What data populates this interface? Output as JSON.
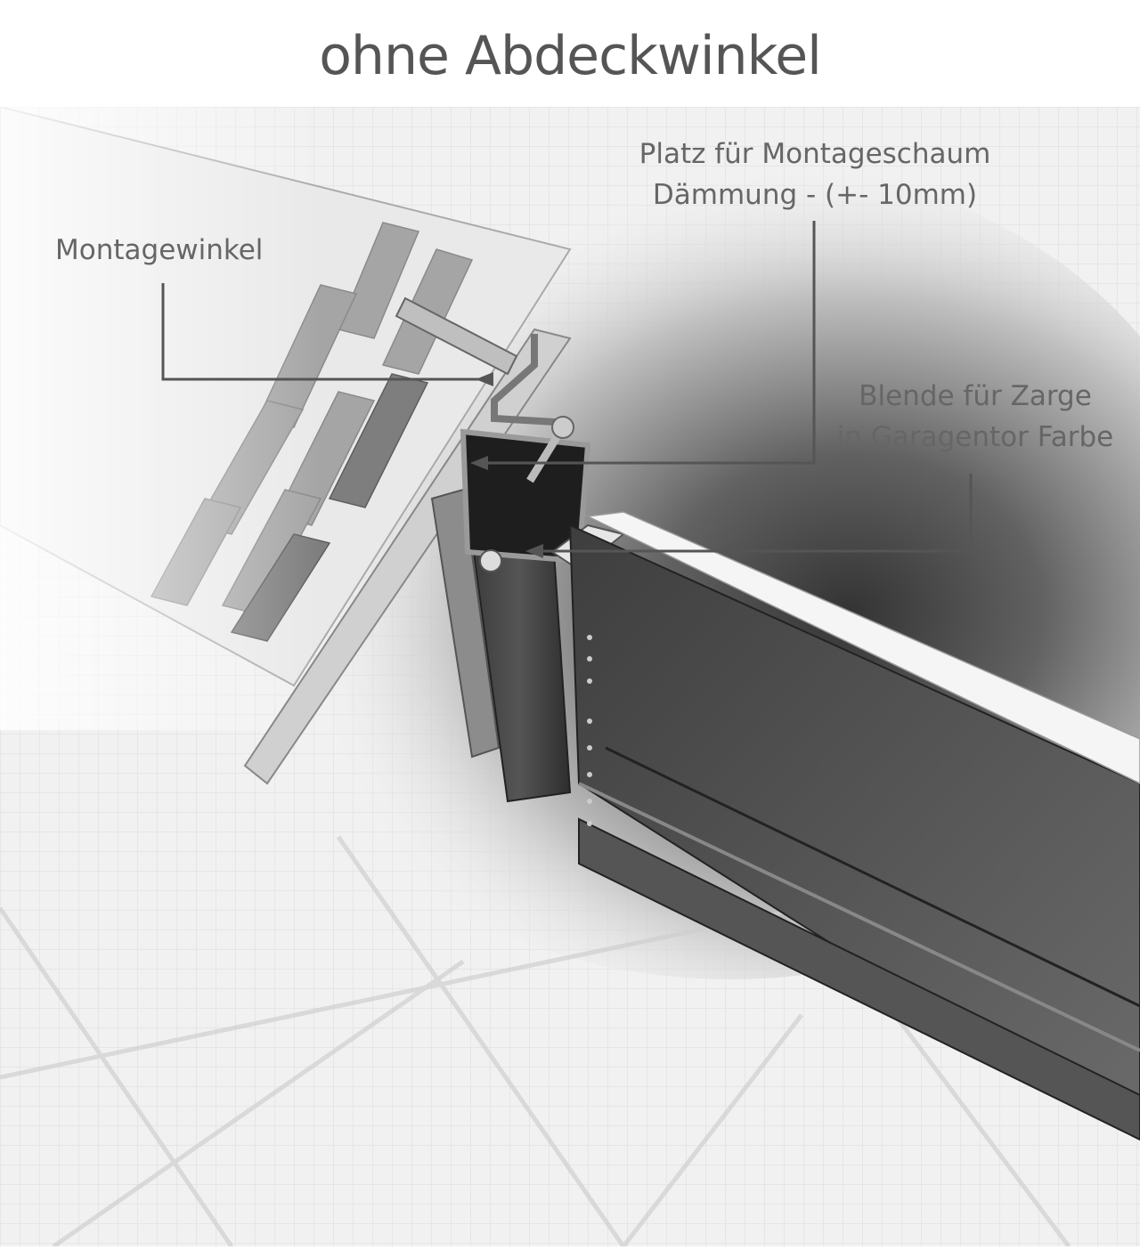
{
  "title": "ohne Abdeckwinkel",
  "labels": {
    "montagewinkel": "Montagewinkel",
    "schaum_line1": "Platz für Montageschaum",
    "schaum_line2": "Dämmung - (+- 10mm)",
    "blende_line1": "Blende für Zarge",
    "blende_line2": "in Garagentor Farbe"
  },
  "colors": {
    "text": "#666666",
    "leader": "#555555",
    "title": "#555555"
  }
}
